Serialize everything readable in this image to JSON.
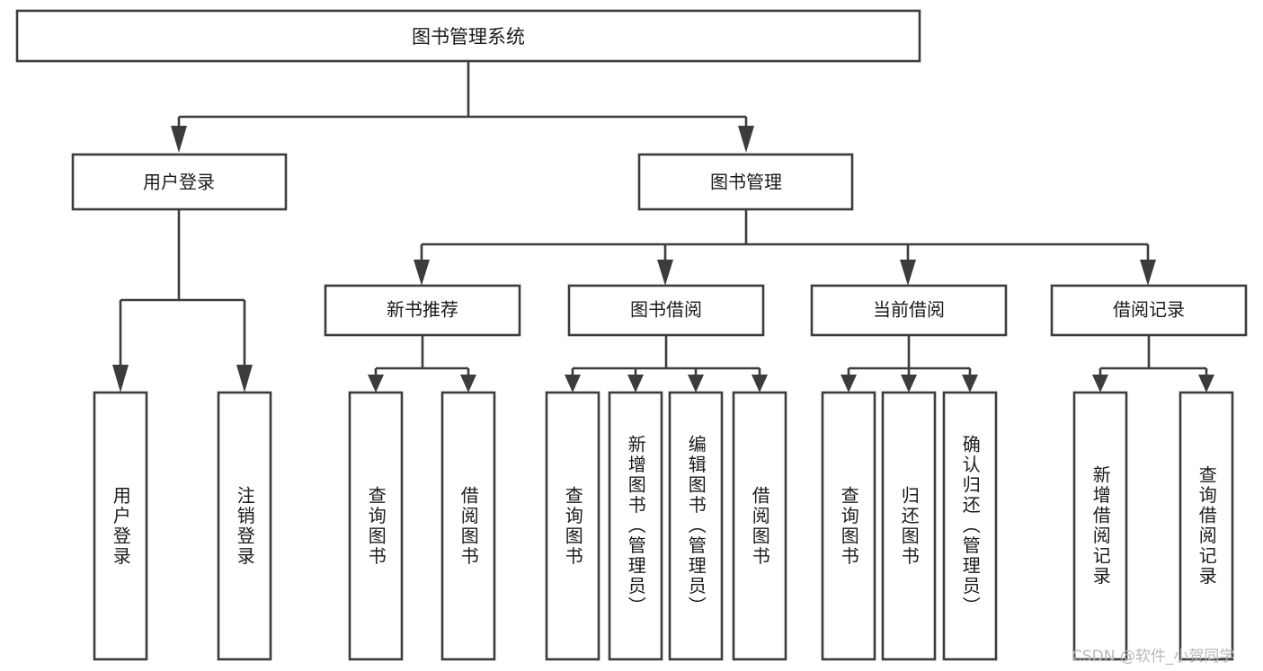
{
  "diagram": {
    "title": "图书管理系统",
    "type": "tree-hierarchy",
    "orientation": "top-down",
    "colors": {
      "stroke": "#3c3c3c",
      "fill": "#ffffff",
      "text": "#1a1a1a",
      "background": "#ffffff",
      "watermark": "#b9b9b9"
    },
    "root": {
      "label": "图书管理系统"
    },
    "level1": [
      {
        "label": "用户登录"
      },
      {
        "label": "图书管理"
      }
    ],
    "level2": [
      {
        "label": "新书推荐"
      },
      {
        "label": "图书借阅"
      },
      {
        "label": "当前借阅"
      },
      {
        "label": "借阅记录"
      }
    ],
    "leaves": {
      "user_login": [
        {
          "label": "用户登录"
        },
        {
          "label": "注销登录"
        }
      ],
      "new_book_recommend": [
        {
          "label": "查询图书"
        },
        {
          "label": "借阅图书"
        }
      ],
      "book_borrow": [
        {
          "label": "查询图书"
        },
        {
          "label": "新增图书（管理员）"
        },
        {
          "label": "编辑图书（管理员）"
        },
        {
          "label": "借阅图书"
        }
      ],
      "current_borrow": [
        {
          "label": "查询图书"
        },
        {
          "label": "归还图书"
        },
        {
          "label": "确认归还（管理员）"
        }
      ],
      "borrow_record": [
        {
          "label": "新增借阅记录"
        },
        {
          "label": "查询借阅记录"
        }
      ]
    },
    "watermark": "CSDN @软件_小贺同学"
  }
}
